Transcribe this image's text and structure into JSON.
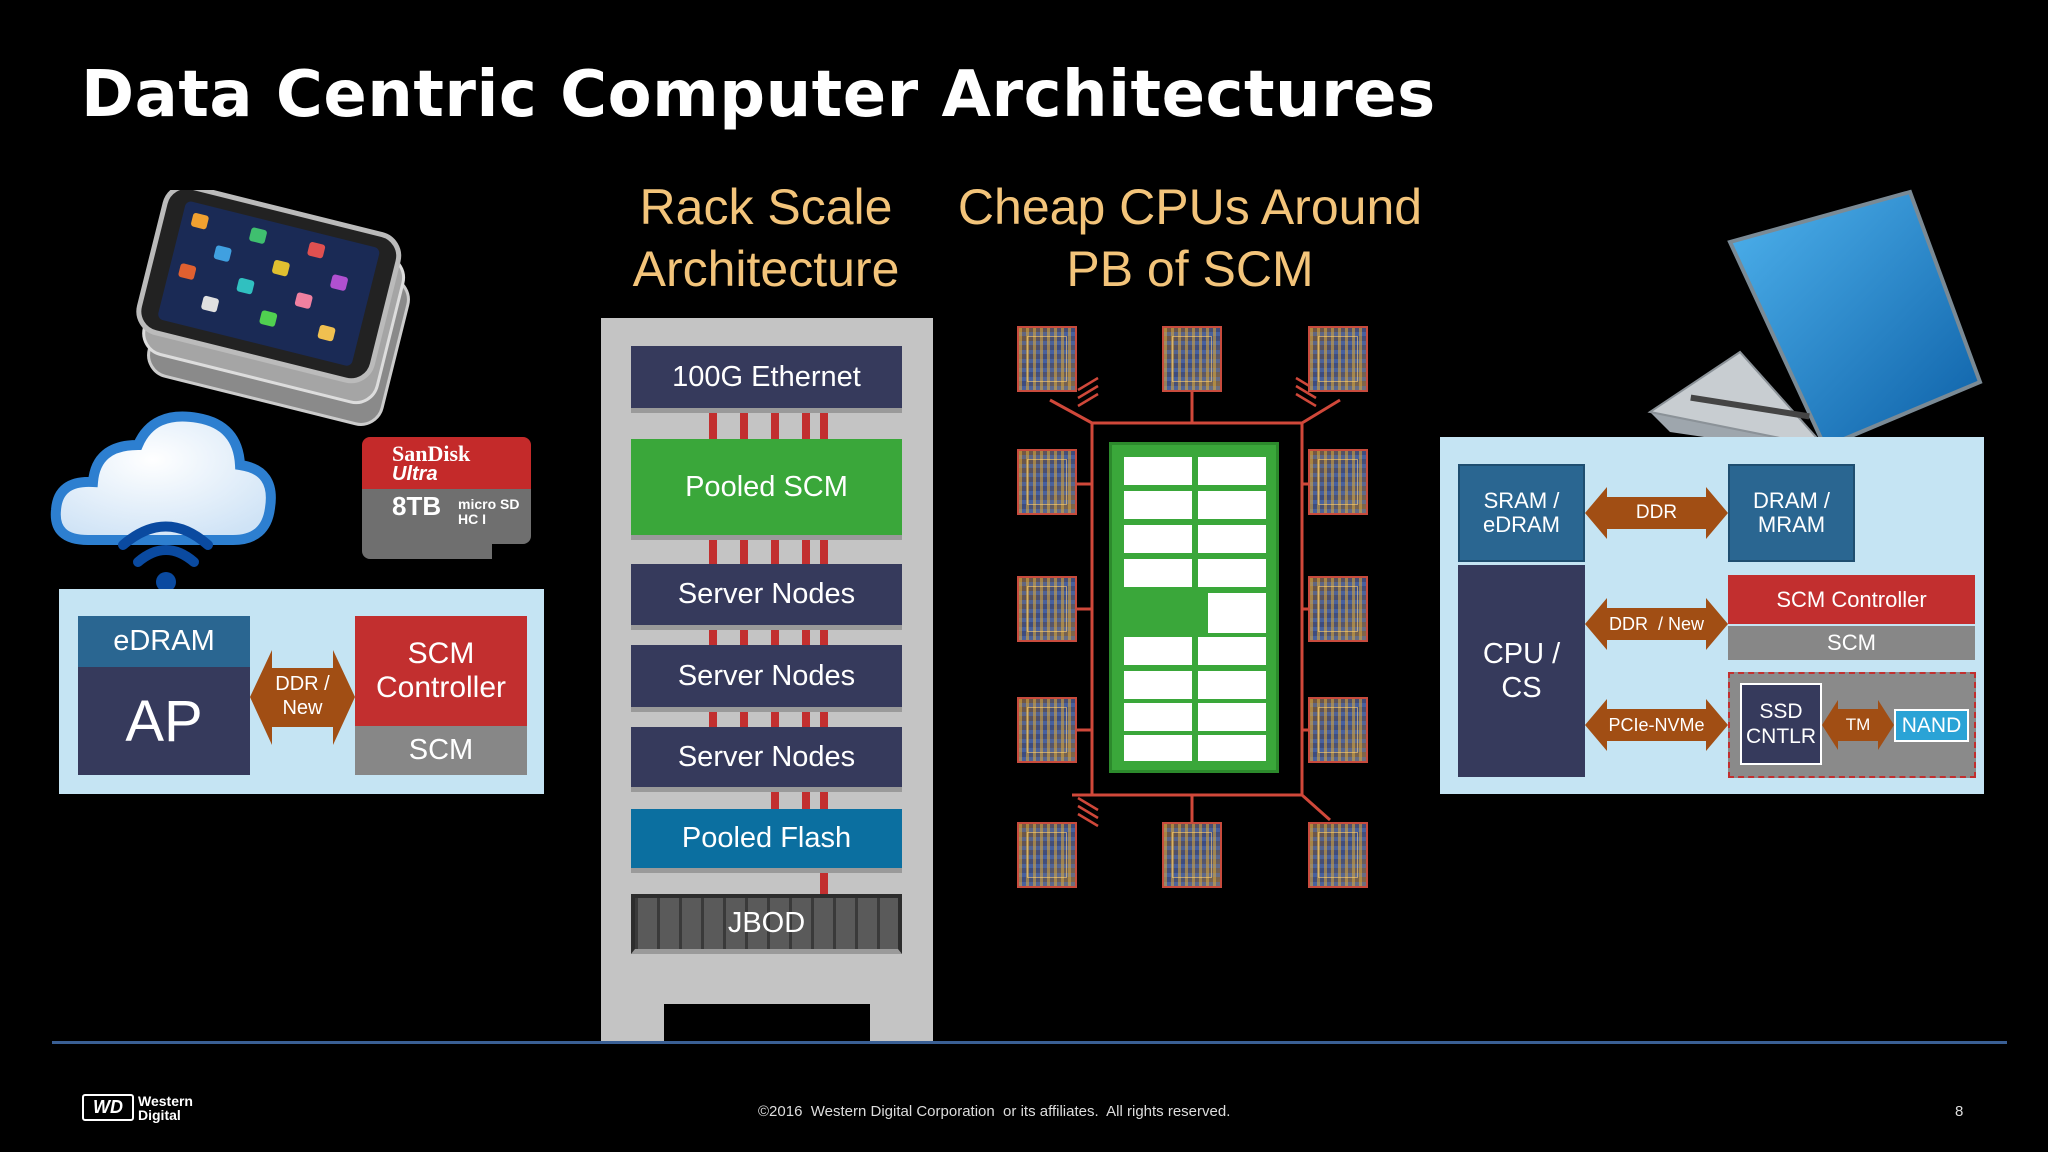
{
  "slide": {
    "title": "Data Centric Computer Architectures",
    "footer_copyright": "©2016  Western Digital Corporation  or its affiliates.  All rights reserved.",
    "page_number": "8",
    "logo_mark": "WD",
    "logo_name_line1": "Western",
    "logo_name_line2": "Digital"
  },
  "rack_section": {
    "heading_line1": "Rack Scale",
    "heading_line2": "Architecture",
    "items": [
      "100G Ethernet",
      "Pooled SCM",
      "Server Nodes",
      "Server Nodes",
      "Server Nodes",
      "Pooled Flash",
      "JBOD"
    ]
  },
  "cpu_section": {
    "heading_line1": "Cheap  CPUs Around",
    "heading_line2": "PB of SCM"
  },
  "mobile_section": {
    "sd_brand": "SanDisk",
    "sd_model": "Ultra",
    "sd_capacity": "8TB",
    "sd_format": "micro SD HC I",
    "edram": "eDRAM",
    "ap": "AP",
    "link_line1": "DDR /",
    "link_line2": "New",
    "scm_controller_line1": "SCM",
    "scm_controller_line2": "Controller",
    "scm": "SCM"
  },
  "laptop_section": {
    "sram_line1": "SRAM /",
    "sram_line2": "eDRAM",
    "ddr": "DDR",
    "dram_line1": "DRAM /",
    "dram_line2": "MRAM",
    "cpu_line1": "CPU /",
    "cpu_line2": "CS",
    "ddr_new": "DDR  / New",
    "scm_controller": "SCM Controller",
    "scm": "SCM",
    "pcie": "PCIe-NVMe",
    "ssd_line1": "SSD",
    "ssd_line2": "CNTLR",
    "tm": "TM",
    "nand": "NAND"
  },
  "colors": {
    "heading": "#f3c47a",
    "navy": "#363a5c",
    "red": "#c22f2f",
    "green": "#3aa73a",
    "teal_blue": "#0b6fa0",
    "light_blue": "#c5e4f3",
    "arrow_brown": "#a14e14"
  },
  "icons": [
    "smartphone-icon",
    "cloud-wifi-icon",
    "sd-card-icon",
    "laptop-icon"
  ]
}
